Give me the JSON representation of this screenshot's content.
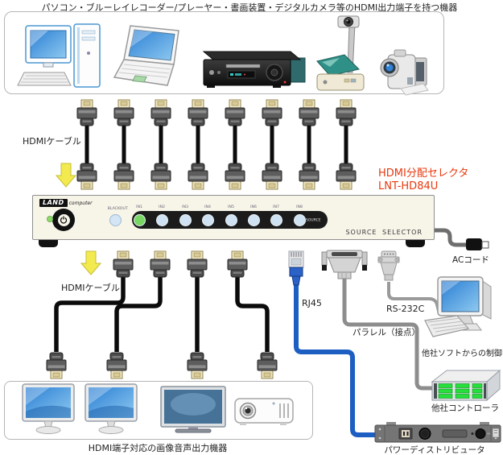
{
  "colors": {
    "accent_red": "#e8380d",
    "panel_cream": "#f7f4e8",
    "active_green": "#78d763",
    "input_blue": "#cfe2f3",
    "cable_blue": "#1d5ec2",
    "arrow_yellow": "#f2ea4e"
  },
  "captions": {
    "top": "パソコン・ブルーレイレコーダー/プレーヤー・書画装置・デジタルカメラ等のHDMI出力端子を持つ機器",
    "bottom": "HDMI端子対応の画像音声出力機器"
  },
  "labels": {
    "hdmi_cable_top": "HDMIケーブル",
    "hdmi_cable_bottom": "HDMIケーブル",
    "product_line1": "HDMI分配セレクタ",
    "product_line2": "LNT-HD84U",
    "ac_cord": "ACコード",
    "rj45": "RJ45",
    "rs232c": "RS-232C",
    "parallel": "パラレル（接点）",
    "pc_control": "他社ソフトからの制御",
    "controller": "他社コントローラ",
    "power_distributor": "パワーディストリビュータ"
  },
  "panel": {
    "brand": "LAND",
    "brand_suffix": "computer",
    "blackout_label": "BLACKOUT",
    "source_label": "SOURCE",
    "selector_label": "SOURCE SELECTOR",
    "inputs": [
      {
        "label": "IN1",
        "active": true
      },
      {
        "label": "IN2",
        "active": false
      },
      {
        "label": "IN3",
        "active": false
      },
      {
        "label": "IN4",
        "active": false
      },
      {
        "label": "IN5",
        "active": false
      },
      {
        "label": "IN6",
        "active": false
      },
      {
        "label": "IN7",
        "active": false
      },
      {
        "label": "IN8",
        "active": false
      }
    ]
  }
}
